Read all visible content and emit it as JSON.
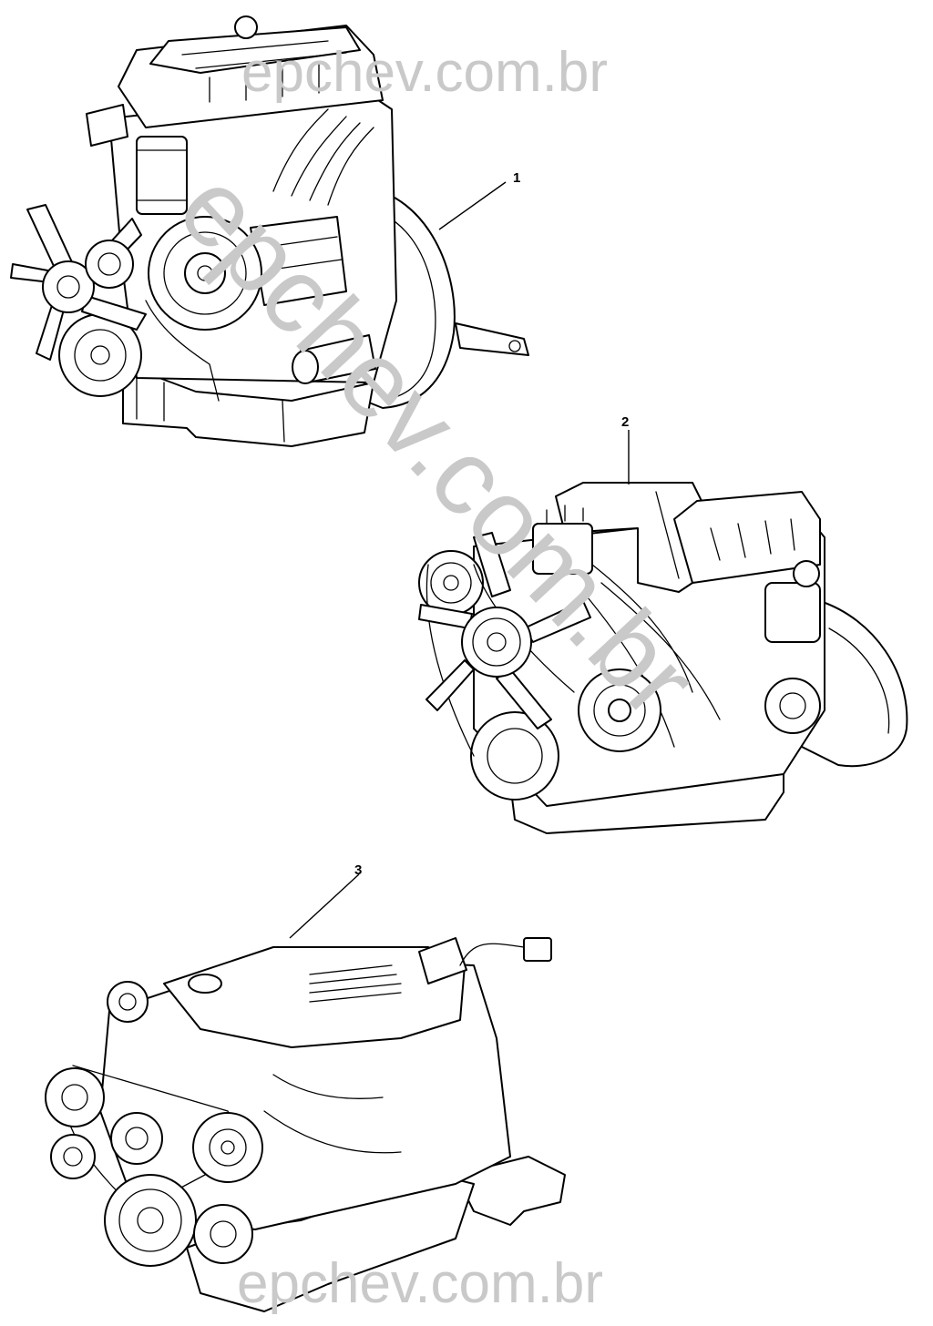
{
  "callouts": [
    {
      "id": "1",
      "label": "1"
    },
    {
      "id": "2",
      "label": "2"
    },
    {
      "id": "3",
      "label": "3"
    }
  ],
  "watermark": {
    "top": "epchev.com.br",
    "diagonal": "epchev.com.br",
    "bottom": "epchev.com.br"
  }
}
